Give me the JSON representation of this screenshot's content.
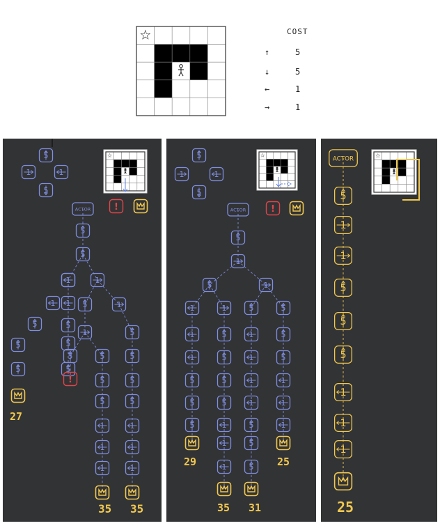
{
  "cost_table": {
    "title": "COST",
    "rows": [
      {
        "arrow": "↑",
        "value": "5"
      },
      {
        "arrow": "↓",
        "value": "5"
      },
      {
        "arrow": "←",
        "value": "1"
      },
      {
        "arrow": "→",
        "value": "1"
      }
    ]
  },
  "grid": {
    "cols": 5,
    "rows": 5,
    "goal_glyph": "☆"
  },
  "node_labels": {
    "actor": "ACTOR",
    "up": "5",
    "down": "5",
    "left": "1",
    "right": "1",
    "fail": "!"
  },
  "panel1": {
    "scores": [
      "27",
      "35",
      "35"
    ]
  },
  "panel2": {
    "scores": [
      "29",
      "25",
      "35",
      "31"
    ]
  },
  "panel3": {
    "scores": [
      "25"
    ]
  },
  "colors": {
    "panel_bg": "#323335",
    "node_blue": "#7f8ee0",
    "crown_yellow": "#f1c84f",
    "fail_red": "#e0454a"
  }
}
